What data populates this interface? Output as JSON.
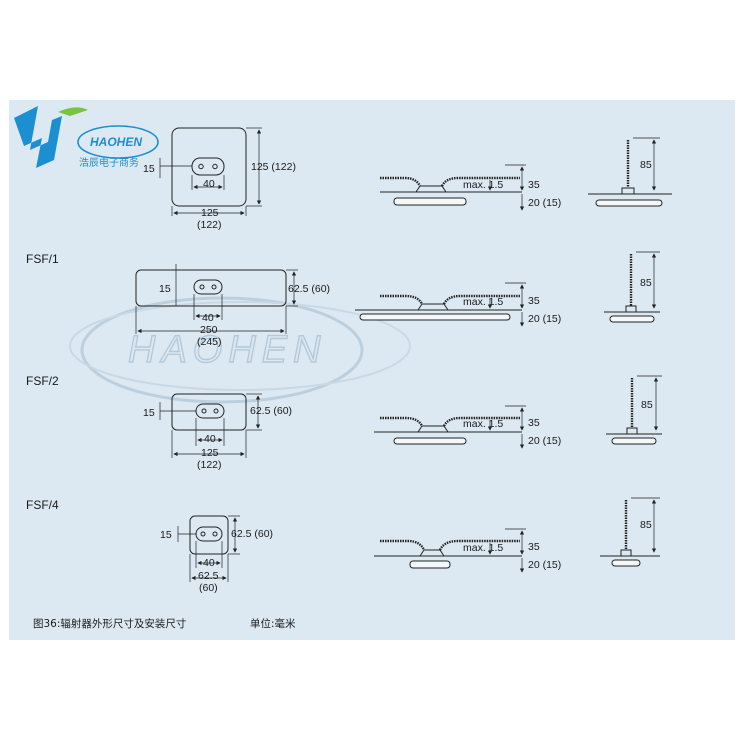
{
  "logo": {
    "brand": "HAOHEN",
    "company": "浩辰电子商务",
    "color_primary": "#1c8fd0",
    "color_green": "#7cc242"
  },
  "watermark": {
    "text": "HAOHEN"
  },
  "models": [
    {
      "label": "",
      "width": "125",
      "width_alt": "(122)",
      "height": "125 (122)",
      "slot_width": "40",
      "slot_offset": "15",
      "max_label": "max. 1.5",
      "profile_h1": "35",
      "profile_h2": "20 (15)",
      "stem_h": "85"
    },
    {
      "label": "FSF/1",
      "width": "250",
      "width_alt": "(245)",
      "height": "62.5 (60)",
      "slot_width": "40",
      "slot_offset": "15",
      "max_label": "max. 1.5",
      "profile_h1": "35",
      "profile_h2": "20 (15)",
      "stem_h": "85"
    },
    {
      "label": "FSF/2",
      "width": "125",
      "width_alt": "(122)",
      "height": "62.5 (60)",
      "slot_width": "40",
      "slot_offset": "15",
      "max_label": "max. 1.5",
      "profile_h1": "35",
      "profile_h2": "20 (15)",
      "stem_h": "85"
    },
    {
      "label": "FSF/4",
      "width": "62.5",
      "width_alt": "(60)",
      "height": "62.5 (60)",
      "slot_width": "40",
      "slot_offset": "15",
      "max_label": "max. 1.5",
      "profile_h1": "35",
      "profile_h2": "20 (15)",
      "stem_h": "85"
    }
  ],
  "caption": {
    "figure": "图36:辐射器外形尺寸及安装尺寸",
    "unit": "单位:毫米"
  }
}
